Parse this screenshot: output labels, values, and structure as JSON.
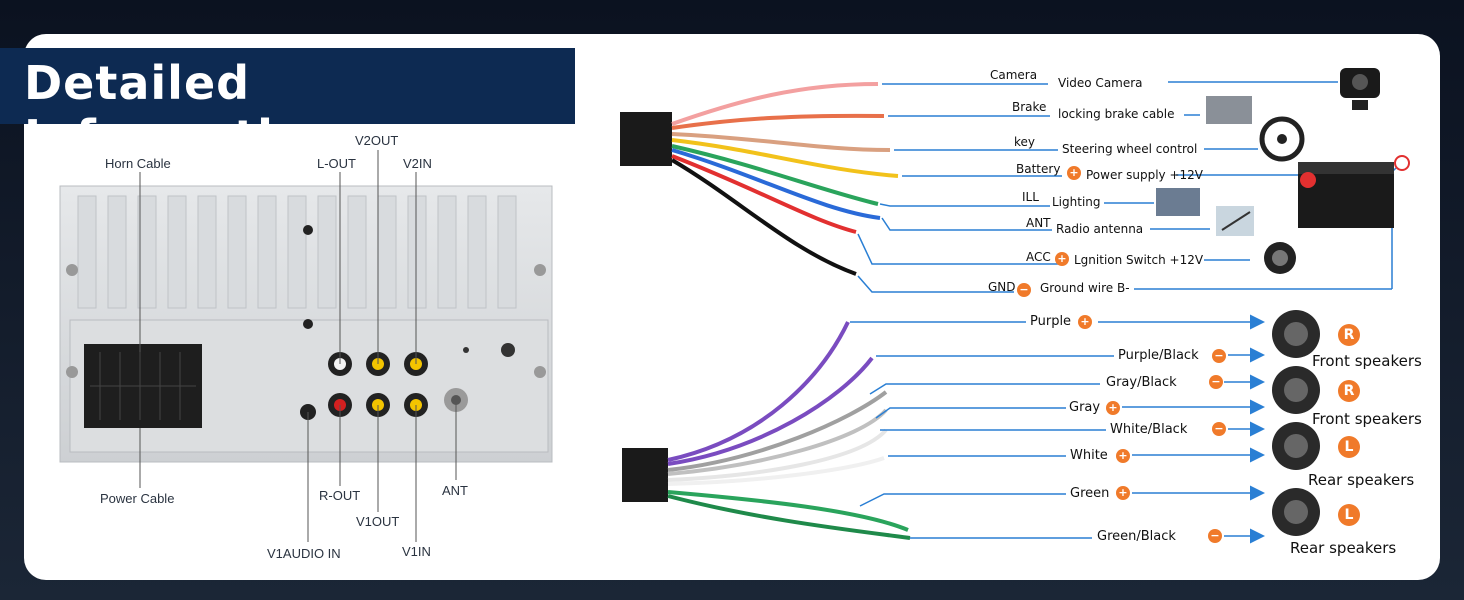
{
  "title": "Detailed Information",
  "unit_ports": {
    "horn_cable": "Horn Cable",
    "power_cable": "Power Cable",
    "l_out": "L-OUT",
    "v2out": "V2OUT",
    "v2in": "V2IN",
    "r_out": "R-OUT",
    "v1out": "V1OUT",
    "v1in": "V1IN",
    "v1audio_in": "V1AUDIO IN",
    "ant": "ANT"
  },
  "power_harness": [
    {
      "wire": "Camera",
      "desc": "Video Camera",
      "color": "#f3a0a0"
    },
    {
      "wire": "Brake",
      "desc": "locking brake cable",
      "color": "#e8704a"
    },
    {
      "wire": "key",
      "desc": "Steering wheel control",
      "color": "#d9a080"
    },
    {
      "wire": "Battery",
      "desc": "Power supply +12V",
      "color": "#f2c21b"
    },
    {
      "wire": "ILL",
      "desc": "Lighting",
      "color": "#2aa45c"
    },
    {
      "wire": "ANT",
      "desc": "Radio antenna",
      "color": "#2a6ad8"
    },
    {
      "wire": "ACC",
      "desc": "Lgnition Switch +12V",
      "color": "#e23030"
    },
    {
      "wire": "GND",
      "desc": "Ground wire B-",
      "color": "#111111"
    }
  ],
  "speaker_harness": [
    {
      "wire": "Purple",
      "polarity": "+"
    },
    {
      "wire": "Purple/Black",
      "polarity": "-"
    },
    {
      "wire": "Gray/Black",
      "polarity": "-"
    },
    {
      "wire": "Gray",
      "polarity": "+"
    },
    {
      "wire": "White/Black",
      "polarity": "-"
    },
    {
      "wire": "White",
      "polarity": "+"
    },
    {
      "wire": "Green",
      "polarity": "+"
    },
    {
      "wire": "Green/Black",
      "polarity": "-"
    }
  ],
  "speakers": [
    {
      "side": "R",
      "label": "Front speakers"
    },
    {
      "side": "R",
      "label": "Front speakers"
    },
    {
      "side": "L",
      "label": "Rear speakers"
    },
    {
      "side": "L",
      "label": "Rear speakers"
    }
  ],
  "colors": {
    "accent": "#f07a2a",
    "line": "#2a7fd4",
    "banner": "#0d2a52"
  }
}
